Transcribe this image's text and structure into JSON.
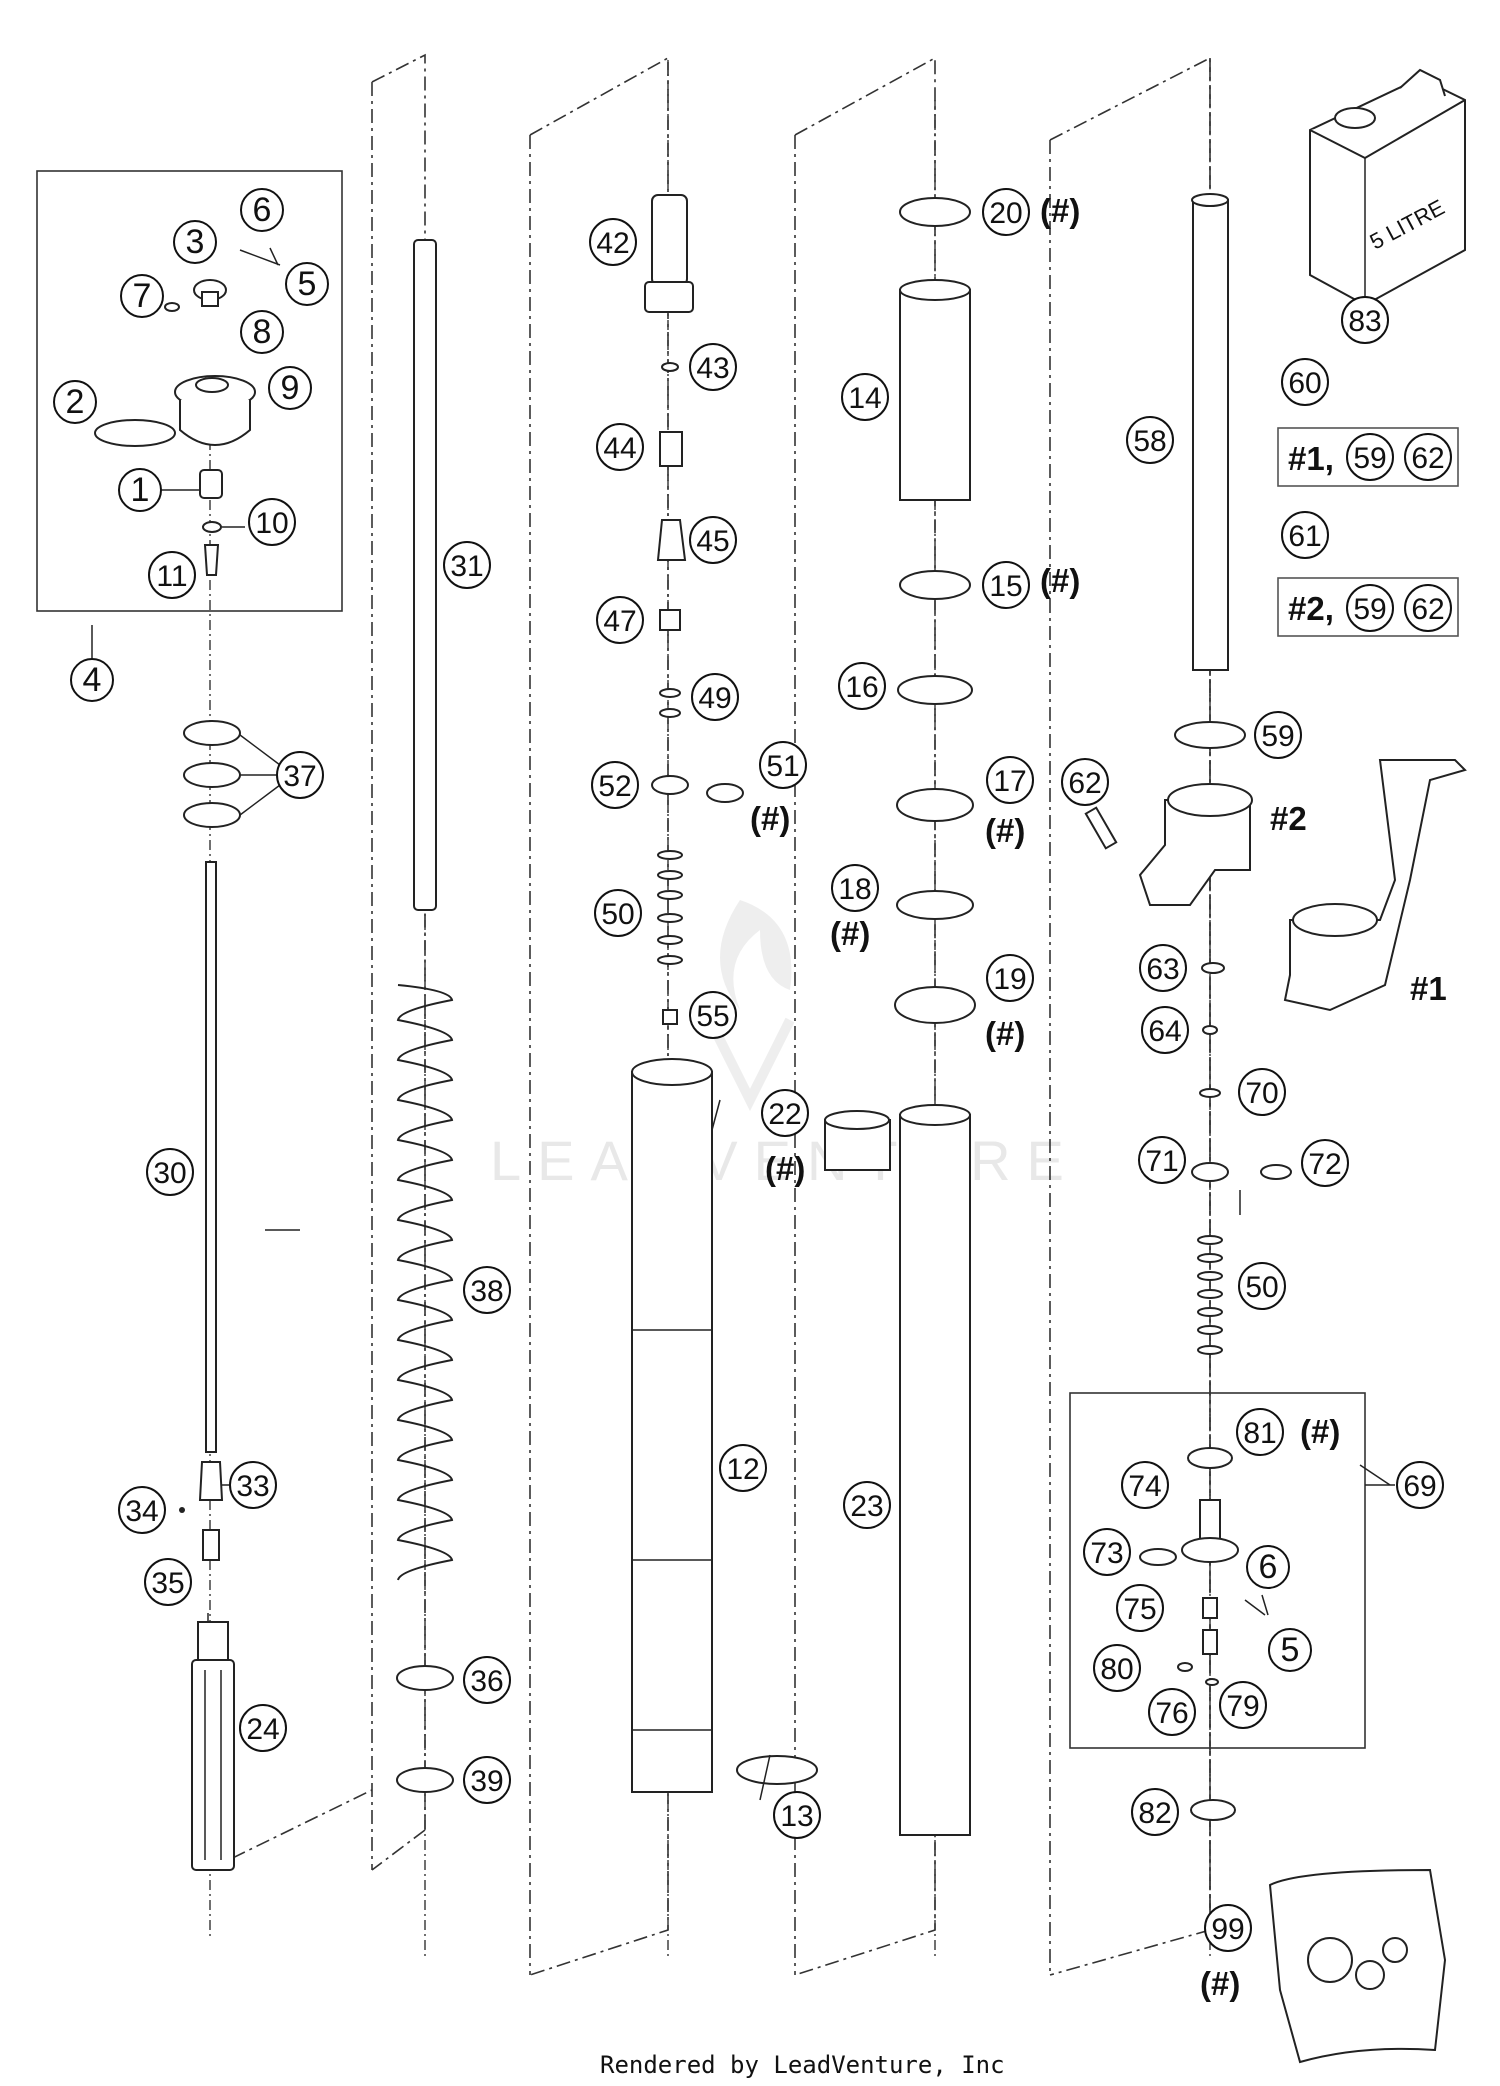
{
  "footer_text": "Rendered by LeadVenture, Inc",
  "watermark": "LEADVENTURE",
  "can_label": "5 LITRE",
  "callouts": [
    {
      "id": "c1",
      "num": "1"
    },
    {
      "id": "c2",
      "num": "2"
    },
    {
      "id": "c3",
      "num": "3"
    },
    {
      "id": "c4",
      "num": "4"
    },
    {
      "id": "c5a",
      "num": "5"
    },
    {
      "id": "c6a",
      "num": "6"
    },
    {
      "id": "c7",
      "num": "7"
    },
    {
      "id": "c8",
      "num": "8"
    },
    {
      "id": "c9",
      "num": "9"
    },
    {
      "id": "c10",
      "num": "10"
    },
    {
      "id": "c11",
      "num": "11"
    },
    {
      "id": "c12",
      "num": "12"
    },
    {
      "id": "c13",
      "num": "13"
    },
    {
      "id": "c14",
      "num": "14"
    },
    {
      "id": "c15",
      "num": "15"
    },
    {
      "id": "c16",
      "num": "16"
    },
    {
      "id": "c17",
      "num": "17"
    },
    {
      "id": "c18",
      "num": "18"
    },
    {
      "id": "c19",
      "num": "19"
    },
    {
      "id": "c20",
      "num": "20"
    },
    {
      "id": "c22",
      "num": "22"
    },
    {
      "id": "c23",
      "num": "23"
    },
    {
      "id": "c24",
      "num": "24"
    },
    {
      "id": "c30",
      "num": "30"
    },
    {
      "id": "c31",
      "num": "31"
    },
    {
      "id": "c33",
      "num": "33"
    },
    {
      "id": "c34",
      "num": "34"
    },
    {
      "id": "c35",
      "num": "35"
    },
    {
      "id": "c36",
      "num": "36"
    },
    {
      "id": "c37",
      "num": "37"
    },
    {
      "id": "c38",
      "num": "38"
    },
    {
      "id": "c39",
      "num": "39"
    },
    {
      "id": "c42",
      "num": "42"
    },
    {
      "id": "c43",
      "num": "43"
    },
    {
      "id": "c44",
      "num": "44"
    },
    {
      "id": "c45",
      "num": "45"
    },
    {
      "id": "c47",
      "num": "47"
    },
    {
      "id": "c49",
      "num": "49"
    },
    {
      "id": "c50a",
      "num": "50"
    },
    {
      "id": "c50b",
      "num": "50"
    },
    {
      "id": "c51",
      "num": "51"
    },
    {
      "id": "c52",
      "num": "52"
    },
    {
      "id": "c55",
      "num": "55"
    },
    {
      "id": "c58",
      "num": "58"
    },
    {
      "id": "c59",
      "num": "59"
    },
    {
      "id": "c60",
      "num": "60"
    },
    {
      "id": "c61",
      "num": "61"
    },
    {
      "id": "c62",
      "num": "62"
    },
    {
      "id": "c63",
      "num": "63"
    },
    {
      "id": "c64",
      "num": "64"
    },
    {
      "id": "c69",
      "num": "69"
    },
    {
      "id": "c70",
      "num": "70"
    },
    {
      "id": "c71",
      "num": "71"
    },
    {
      "id": "c72",
      "num": "72"
    },
    {
      "id": "c73",
      "num": "73"
    },
    {
      "id": "c74",
      "num": "74"
    },
    {
      "id": "c75",
      "num": "75"
    },
    {
      "id": "c76",
      "num": "76"
    },
    {
      "id": "c79",
      "num": "79"
    },
    {
      "id": "c80",
      "num": "80"
    },
    {
      "id": "c81",
      "num": "81"
    },
    {
      "id": "c82",
      "num": "82"
    },
    {
      "id": "c83",
      "num": "83"
    },
    {
      "id": "c99",
      "num": "99"
    },
    {
      "id": "c5b",
      "num": "5"
    },
    {
      "id": "c6b",
      "num": "6"
    },
    {
      "id": "k59a",
      "num": "59"
    },
    {
      "id": "k62a",
      "num": "62"
    },
    {
      "id": "k59b",
      "num": "59"
    },
    {
      "id": "k62b",
      "num": "62"
    }
  ],
  "hash_marks": [
    {
      "id": "h20",
      "text": "(#)"
    },
    {
      "id": "h15",
      "text": "(#)"
    },
    {
      "id": "h51",
      "text": "(#)"
    },
    {
      "id": "h17",
      "text": "(#)"
    },
    {
      "id": "h18",
      "text": "(#)"
    },
    {
      "id": "h19",
      "text": "(#)"
    },
    {
      "id": "h22",
      "text": "(#)"
    },
    {
      "id": "h81",
      "text": "(#)"
    },
    {
      "id": "h99",
      "text": "(#)"
    }
  ],
  "kit_labels": {
    "kit60": "#1,",
    "kit61": "#2,"
  },
  "clamp_labels": {
    "lower": "#1",
    "upper": "#2"
  }
}
